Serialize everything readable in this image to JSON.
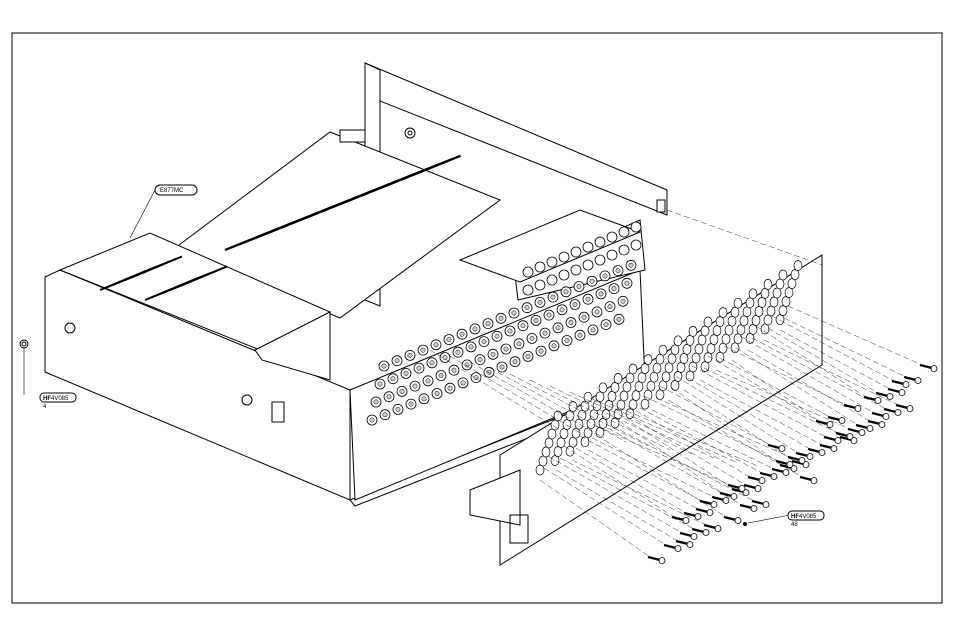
{
  "callouts": [
    {
      "id": "main-part",
      "text": "E877MC",
      "qty": ""
    },
    {
      "id": "left-screw",
      "prefix": "HF",
      "text": "4V085",
      "qty": "4"
    },
    {
      "id": "rear-screw",
      "prefix": "HF",
      "text": "4V085",
      "qty": "48"
    }
  ]
}
